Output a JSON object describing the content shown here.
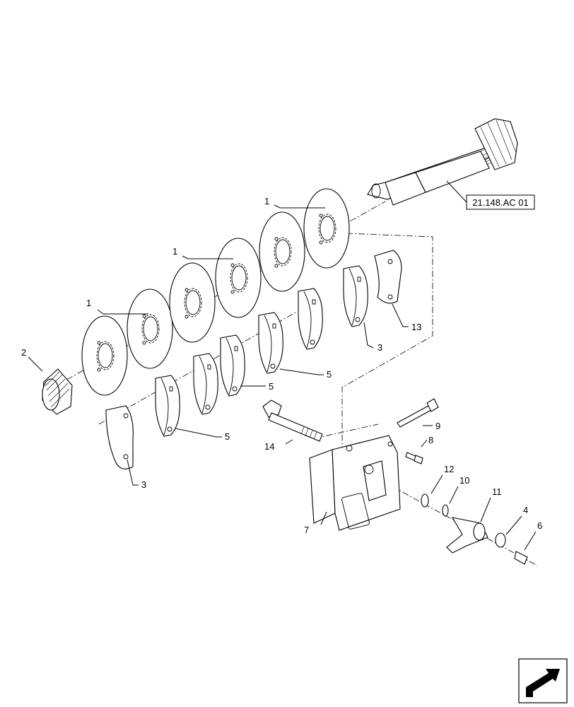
{
  "reference_label": "21.148.AC 01",
  "callouts": {
    "c1a": "1",
    "c1b": "1",
    "c1c": "1",
    "c2": "2",
    "c3a": "3",
    "c3b": "3",
    "c4": "4",
    "c5a": "5",
    "c5b": "5",
    "c5c": "5",
    "c6": "6",
    "c7": "7",
    "c8": "8",
    "c9": "9",
    "c10": "10",
    "c11": "11",
    "c12": "12",
    "c13": "13",
    "c14": "14"
  },
  "icons": {
    "nav": "arrow-nav-icon"
  }
}
